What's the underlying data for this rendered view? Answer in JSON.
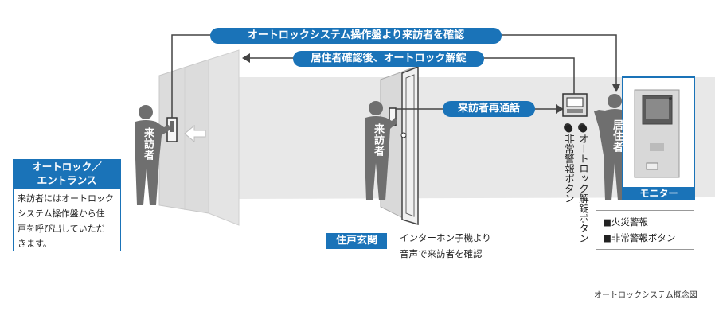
{
  "flows": {
    "top": "オートロックシステム操作盤より来訪者を確認",
    "middle": "居住者確認後、オートロック解錠",
    "recall": "来訪者再通話"
  },
  "figures": {
    "visitor_entrance": "来訪者",
    "visitor_door": "来訪者",
    "resident": "居住者"
  },
  "entrance_box": {
    "title_line1": "オートロック／",
    "title_line2": "エントランス",
    "body_line1": "来訪者にはオートロック",
    "body_line2": "システム操作盤から住",
    "body_line3": "戸を呼び出していただ",
    "body_line4": "きます。"
  },
  "door": {
    "label": "住戸玄関",
    "caption_line1": "インターホン子機より",
    "caption_line2": "音声で来訪者を確認"
  },
  "unit_buttons": {
    "emergency": "●非常警報ボタン",
    "unlock": "●オートロック解錠ボタン"
  },
  "monitor": {
    "label": "モニター"
  },
  "legend": {
    "item1": "■火災警報",
    "item2": "■非常警報ボタン"
  },
  "footnote": "オートロックシステム概念図",
  "colors": {
    "accent": "#1a73b8",
    "wall": "#e6e6e6",
    "figure": "#6f6f6f"
  }
}
